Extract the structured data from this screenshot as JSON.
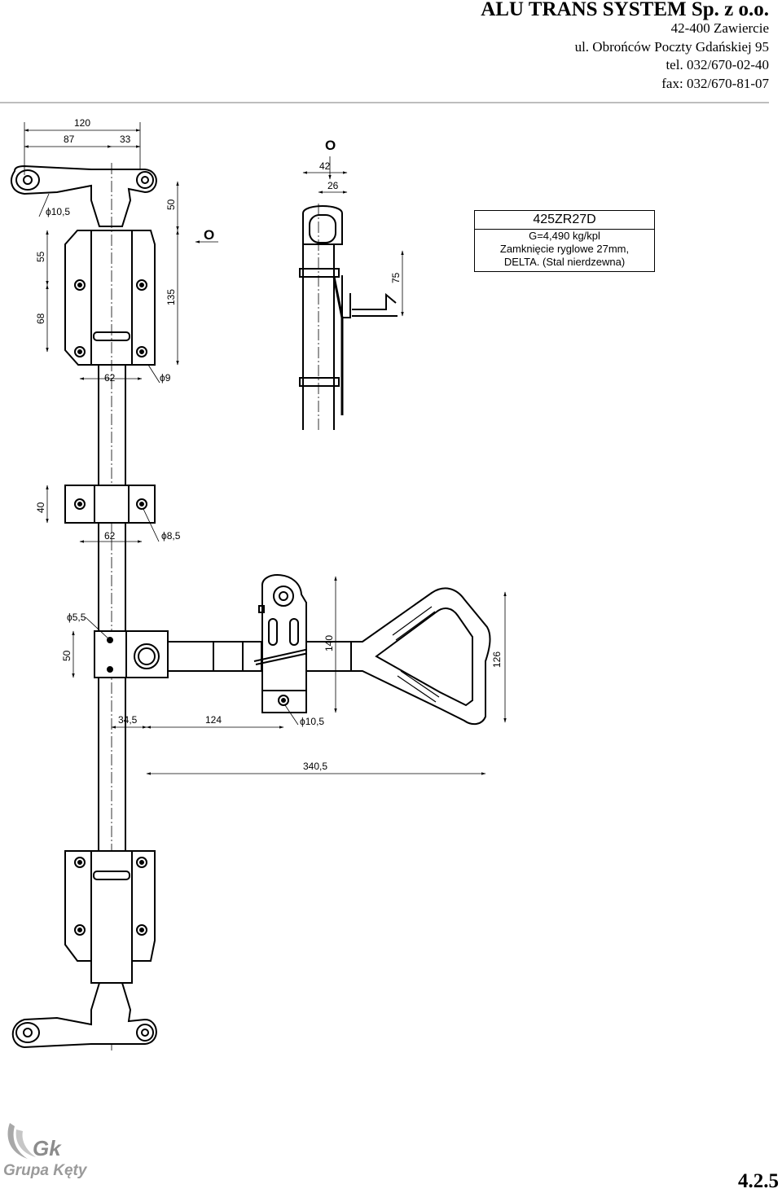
{
  "header": {
    "company": "ALU TRANS SYSTEM Sp. z o.o.",
    "city": "42-400 Zawiercie",
    "street": "ul. Obrońców Poczty Gdańskiej 95",
    "tel": "tel. 032/670-02-40",
    "fax": "fax: 032/670-81-07"
  },
  "spec": {
    "code": "425ZR27D",
    "weight": "G=4,490 kg/kpl",
    "line1": "Zamknięcie ryglowe 27mm,",
    "line2": "DELTA. (Stal nierdzewna)"
  },
  "dimensions": {
    "d120": "120",
    "d87": "87",
    "d33": "33",
    "d50a": "50",
    "d55": "55",
    "d68": "68",
    "d135": "135",
    "d62a": "62",
    "phi9": "ϕ9",
    "phi10_5a": "ϕ10,5",
    "d42": "42",
    "d26": "26",
    "d75": "75",
    "d40": "40",
    "d62b": "62",
    "phi8_5": "ϕ8,5",
    "phi5_5": "ϕ5,5",
    "d50b": "50",
    "d34_5": "34,5",
    "d124": "124",
    "phi10_5b": "ϕ10,5",
    "d140": "140",
    "d126": "126",
    "d340_5": "340,5"
  },
  "view_markers": {
    "side": "O",
    "front": "O"
  },
  "logo": {
    "mark": "Gk",
    "name": "Grupa Kęty"
  },
  "page_number": "4.2.5"
}
